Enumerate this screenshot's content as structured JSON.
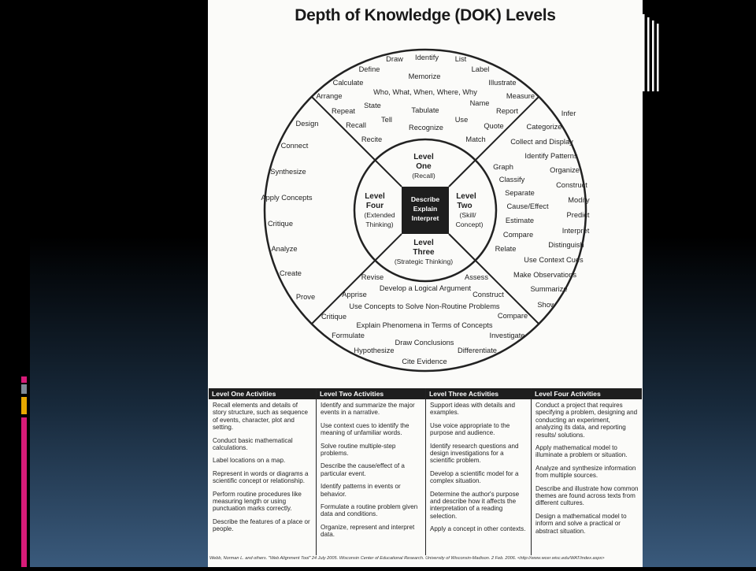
{
  "title": "Depth of Knowledge (DOK) Levels",
  "center": {
    "lines": [
      "Describe",
      "Explain",
      "Interpret"
    ]
  },
  "levels": {
    "one": {
      "l1": "Level",
      "l2": "One",
      "sub": "(Recall)"
    },
    "two": {
      "l1": "Level",
      "l2": "Two",
      "sub1": "(Skill/",
      "sub2": "Concept)"
    },
    "three": {
      "l1": "Level",
      "l2": "Three",
      "sub": "(Strategic Thinking)"
    },
    "four": {
      "l1": "Level",
      "l2": "Four",
      "sub1": "(Extended",
      "sub2": "Thinking)"
    }
  },
  "verbs": {
    "recall": [
      "Draw",
      "Identify",
      "List",
      "Define",
      "Label",
      "Memorize",
      "Calculate",
      "Illustrate",
      "Who, What, When, Where, Why",
      "Arrange",
      "Measure",
      "Name",
      "State",
      "Repeat",
      "Tabulate",
      "Report",
      "Tell",
      "Use",
      "Recall",
      "Quote",
      "Recognize",
      "Recite",
      "Match"
    ],
    "skill": [
      "Infer",
      "Categorize",
      "Collect and Display",
      "Identify Patterns",
      "Organize",
      "Graph",
      "Classify",
      "Construct",
      "Separate",
      "Modify",
      "Cause/Effect",
      "Predict",
      "Estimate",
      "Interpret",
      "Compare",
      "Distinguish",
      "Relate",
      "Use Context Cues",
      "Make Observations",
      "Summarize",
      "Show"
    ],
    "strategic": [
      "Revise",
      "Assess",
      "Develop a Logical Argument",
      "Apprise",
      "Construct",
      "Use Concepts to Solve Non-Routine Problems",
      "Critique",
      "Compare",
      "Explain Phenomena in Terms of Concepts",
      "Formulate",
      "Investigate",
      "Draw Conclusions",
      "Hypothesize",
      "Differentiate",
      "Cite Evidence"
    ],
    "extended": [
      "Design",
      "Connect",
      "Synthesize",
      "Apply Concepts",
      "Critique",
      "Analyze",
      "Create",
      "Prove"
    ]
  },
  "activities": [
    {
      "heading": "Level One Activities",
      "items": [
        "Recall elements and details of story structure, such as sequence of events, character, plot and setting.",
        "Conduct basic mathematical calculations.",
        "Label locations on a map.",
        "Represent in words or diagrams a scientific concept or relationship.",
        "Perform routine procedures like measuring length or using punctuation marks correctly.",
        "Describe the features of a place or people."
      ]
    },
    {
      "heading": "Level Two Activities",
      "items": [
        "Identify and summarize the major events in a narrative.",
        "Use context cues to identify the meaning of unfamiliar words.",
        "Solve routine multiple-step problems.",
        "Describe the cause/effect of a particular event.",
        "Identify patterns in events or behavior.",
        "Formulate a routine problem given data and conditions.",
        "Organize, represent and interpret data."
      ]
    },
    {
      "heading": "Level Three Activities",
      "items": [
        "Support ideas with details and examples.",
        "Use voice appropriate to the purpose and audience.",
        "Identify research questions and design investigations for a scientific problem.",
        "Develop a scientific model for a complex situation.",
        "Determine the author's purpose and describe how it affects the interpretation of a reading selection.",
        "Apply a concept in other contexts."
      ]
    },
    {
      "heading": "Level Four Activities",
      "items": [
        "Conduct a project that requires specifying a problem, designing and conducting an experiment, analyzing its data, and reporting results/ solutions.",
        "Apply mathematical model to illuminate a problem or situation.",
        "Analyze and synthesize information from multiple sources.",
        "Describe and illustrate how common themes are found across texts from different cultures.",
        "Design a mathematical model to inform and solve a practical or abstract situation."
      ]
    }
  ],
  "citation": "Webb, Norman L. and others. \"Web Alignment Tool\" 24 July 2005. Wisconsin Center of Educational Research. University of Wisconsin-Madison. 2 Feb. 2006. <http://www.wcer.wisc.edu/WAT/index.aspx>",
  "colors": {
    "accent_pink": "#d81b78",
    "accent_gray": "#7f8a96",
    "accent_gold": "#e8a800",
    "center_box": "#1e1e1e"
  }
}
